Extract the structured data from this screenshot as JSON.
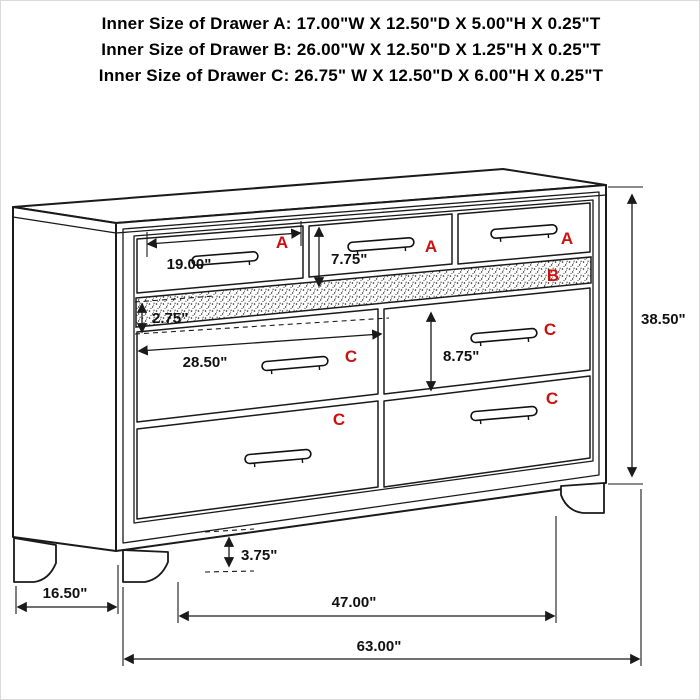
{
  "page": {
    "background": "#ffffff",
    "border_color": "#d9d9d9"
  },
  "header": {
    "lines": [
      "Inner Size of Drawer A: 17.00\"W X 12.50\"D X 5.00\"H X 0.25\"T",
      "Inner Size of Drawer B: 26.00\"W X 12.50\"D X 1.25\"H X 0.25\"T",
      "Inner Size of Drawer C: 26.75\" W X 12.50\"D X 6.00\"H X 0.25\"T"
    ]
  },
  "diagram": {
    "type": "furniture-dimension-diagram",
    "subject": "seven-drawer dresser, three-quarter line drawing",
    "label_color": "#cc1111",
    "line_color": "#1a1a1a",
    "drawer_labels": {
      "a1": "A",
      "a2": "A",
      "a3": "A",
      "b": "B",
      "c_right_top": "C",
      "c_left_top": "C",
      "c_right_bottom": "C",
      "c_left_bottom": "C"
    },
    "dimensions": {
      "drawer_a_width": "19.00\"",
      "drawer_a_height": "7.75\"",
      "drawer_b_height": "2.75\"",
      "drawer_c_width": "28.50\"",
      "drawer_c_height": "8.75\"",
      "overall_height": "38.50\"",
      "leg_height": "3.75\"",
      "side_depth": "16.50\"",
      "leg_span_width": "47.00\"",
      "overall_width": "63.00\""
    }
  }
}
